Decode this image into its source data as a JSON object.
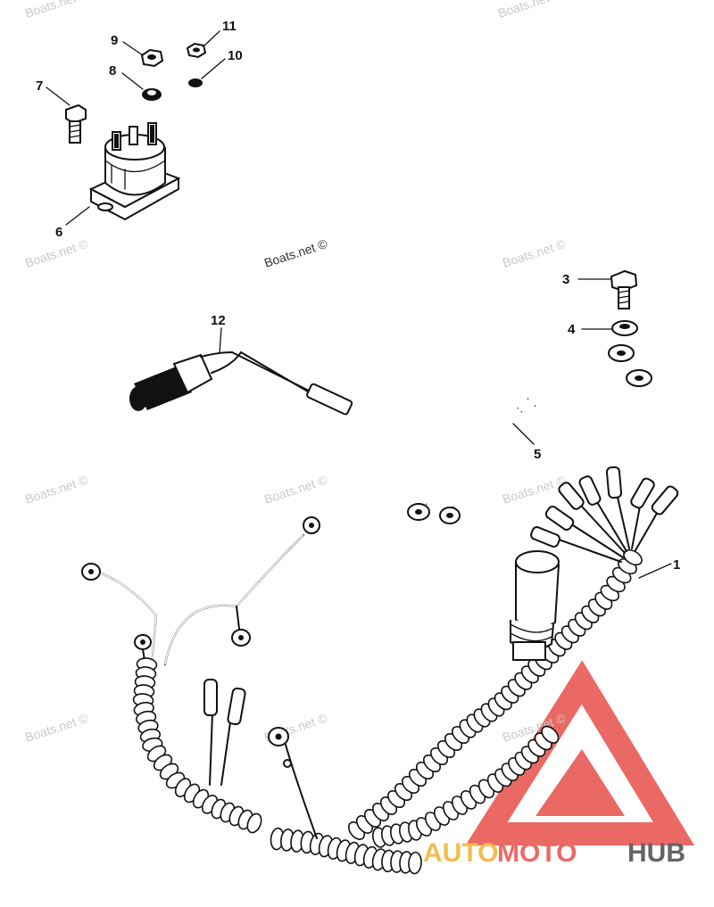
{
  "watermarks": [
    "Boats.net ©",
    "Boats.net ©",
    "Boats.net ©",
    "Boats.net ©",
    "Boats.net ©",
    "Boats.net ©",
    "Boats.net ©",
    "Boats.net ©",
    "Boats.net ©",
    "Boats.net ©"
  ],
  "watermark_main": "Boats.net ©",
  "callouts": {
    "c1": "1",
    "c3": "3",
    "c4": "4",
    "c5": "5",
    "c6": "6",
    "c7": "7",
    "c8": "8",
    "c9": "9",
    "c10": "10",
    "c11": "11",
    "c12": "12"
  },
  "logo": {
    "part1": "AUTO",
    "part2": "MOTO",
    "part3": "HUB"
  },
  "colors": {
    "ink": "#111111",
    "logo_red": "#e8504a",
    "logo_orange": "#f2b233",
    "logo_gray": "#4a4a4a"
  }
}
